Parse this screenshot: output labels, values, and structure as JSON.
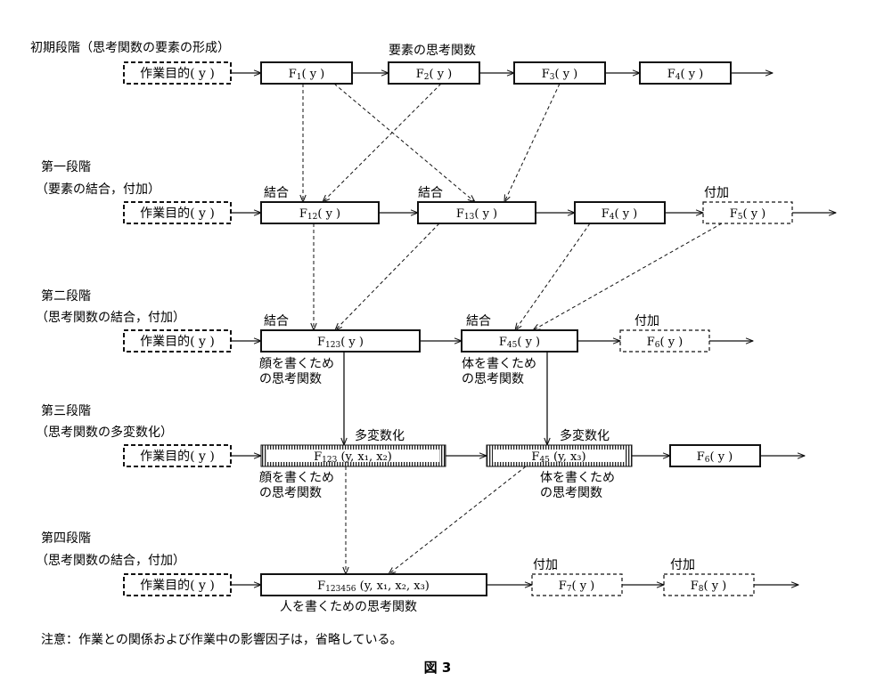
{
  "stages": [
    {
      "title": "初期段階（思考関数の要素の形成）",
      "subtitle": ""
    },
    {
      "title": "第一段階",
      "subtitle": "（要素の結合，付加）"
    },
    {
      "title": "第二段階",
      "subtitle": "（思考関数の結合，付加）"
    },
    {
      "title": "第三段階",
      "subtitle": "（思考関数の多変数化）"
    },
    {
      "title": "第四段階",
      "subtitle": "（思考関数の結合，付加）"
    }
  ],
  "goal_box": "作業目的( y )",
  "boxes": {
    "s0_f1": {
      "f": "F",
      "sub": "1",
      "args": "( y )"
    },
    "s0_f2": {
      "f": "F",
      "sub": "2",
      "args": "( y )"
    },
    "s0_f3": {
      "f": "F",
      "sub": "3",
      "args": "( y )"
    },
    "s0_f4": {
      "f": "F",
      "sub": "4",
      "args": "( y )"
    },
    "s1_f12": {
      "f": "F",
      "sub": "12",
      "args": "( y )"
    },
    "s1_f13": {
      "f": "F",
      "sub": "13",
      "args": "( y )"
    },
    "s1_f4": {
      "f": "F",
      "sub": "4",
      "args": "( y )"
    },
    "s1_f5": {
      "f": "F",
      "sub": "5",
      "args": "( y )"
    },
    "s2_f123": {
      "f": "F",
      "sub": "123",
      "args": "( y )"
    },
    "s2_f45": {
      "f": "F",
      "sub": "45",
      "args": "( y )"
    },
    "s2_f6": {
      "f": "F",
      "sub": "6",
      "args": "( y )"
    },
    "s3_f123": {
      "f": "F",
      "sub": "123",
      "args": " (y, x₁, x₂)"
    },
    "s3_f45": {
      "f": "F",
      "sub": "45",
      "args": " (y, x₃)"
    },
    "s3_f6": {
      "f": "F",
      "sub": "6",
      "args": "( y )"
    },
    "s4_f123456": {
      "f": "F",
      "sub": "123456",
      "args": " (y, x₁, x₂, x₃)"
    },
    "s4_f7": {
      "f": "F",
      "sub": "7",
      "args": "( y )"
    },
    "s4_f8": {
      "f": "F",
      "sub": "8",
      "args": "( y )"
    }
  },
  "labels": {
    "element_functions": "要素の思考関数",
    "combine": "結合",
    "add": "付加",
    "multivariate": "多変数化",
    "face_fn_line1": "顔を書くため",
    "face_fn_line2": "の思考関数",
    "body_fn_line1": "体を書くため",
    "body_fn_line2": "の思考関数",
    "person_fn": "人を書くための思考関数"
  },
  "note": "注意：作業との関係および作業中の影響因子は，省略している。",
  "figure_caption": "図 3"
}
